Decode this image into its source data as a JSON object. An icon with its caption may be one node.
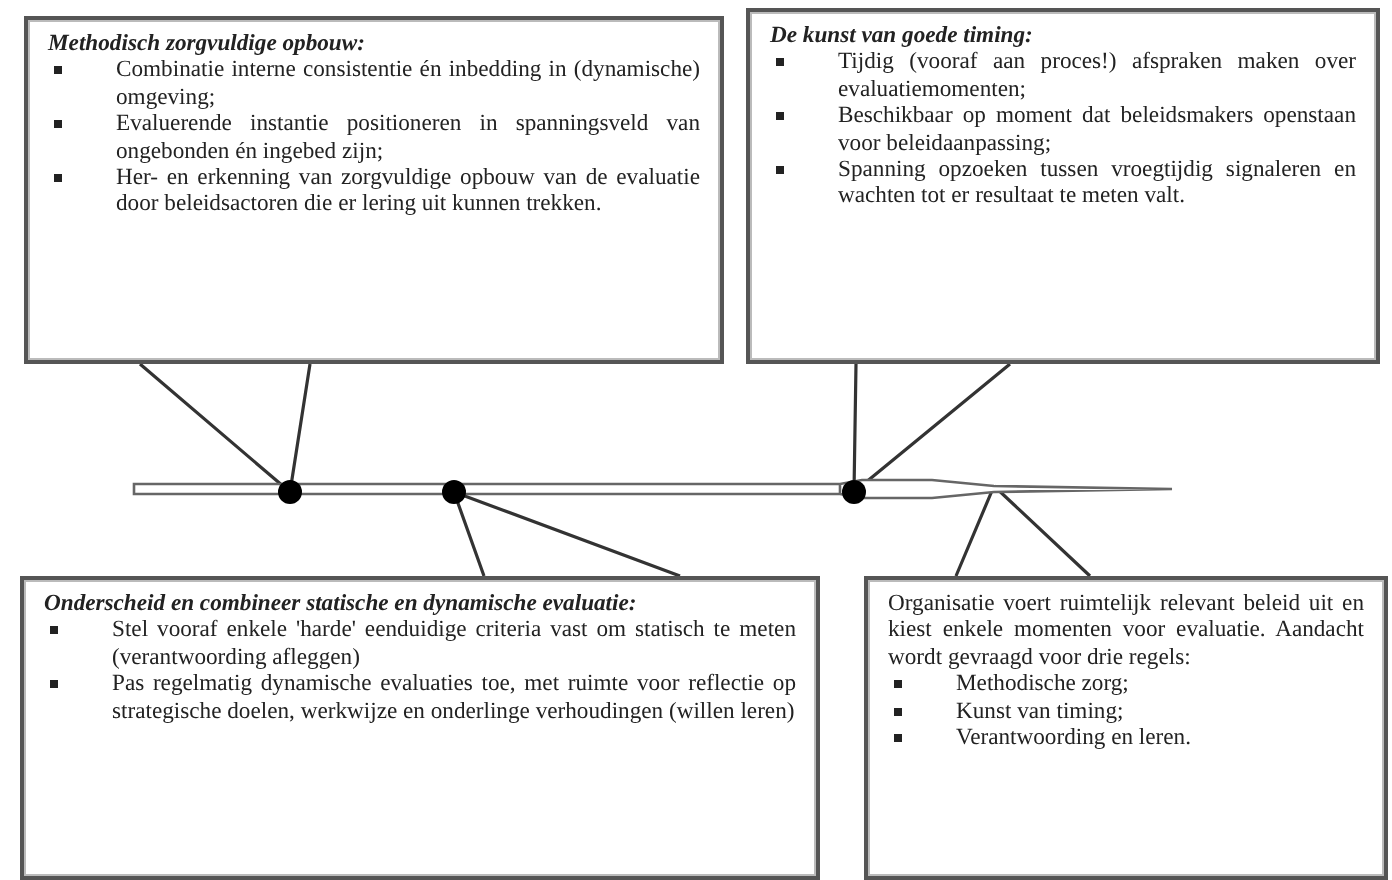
{
  "diagram": {
    "nodes": [
      {
        "text": [
          "Methodisch zorgvuldige opbouw:",
          "Combinatie interne consistentie én inbedding in (dynamische) omgeving;",
          "Evaluerende instantie positioneren in spanningsveld van ongebonden én ingebed zijn;",
          "Her- en erkenning van zorgvuldige opbouw van de evaluatie door beleidsactoren die er lering uit kunnen trekken."
        ]
      },
      {
        "text": [
          "De kunst van goede timing:",
          "Tijdig (vooraf aan proces!) afspraken maken over evaluatiemomenten;",
          "Beschikbaar op moment dat beleidsmakers openstaan voor beleidaanpassing;",
          "Spanning opzoeken tussen vroegtijdig signaleren en wachten tot er resultaat te meten valt."
        ]
      },
      {
        "text": [
          "Onderscheid en combineer statische en dynamische evaluatie:",
          "Stel vooraf enkele 'harde' eenduidige criteria vast om statisch te meten (verantwoording afleggen)",
          "Pas regelmatig dynamische evaluaties toe, met ruimte voor reflectie op strategische doelen, werkwijze en onderlinge verhoudingen (willen leren)"
        ]
      },
      {
        "text": [
          "Organisatie voert ruimtelijk relevant beleid uit en kiest enkele momenten voor evaluatie. Aandacht wordt gevraagd voor drie regels:",
          "Methodische zorg;",
          "Kunst van timing;",
          "Verantwoording en leren."
        ]
      },
      {
        "text": [],
        "shape": "bar"
      },
      {
        "text": [],
        "shape": "circle"
      },
      {
        "text": [],
        "shape": "circle"
      },
      {
        "text": [],
        "shape": "circle"
      }
    ],
    "edges": [
      {
        "from": 0,
        "to": 5,
        "arrow": "none"
      },
      {
        "from": 1,
        "to": 7,
        "arrow": "none"
      },
      {
        "from": 2,
        "to": 6,
        "arrow": "none"
      },
      {
        "from": 3,
        "to": 4,
        "arrow": "none"
      }
    ]
  }
}
